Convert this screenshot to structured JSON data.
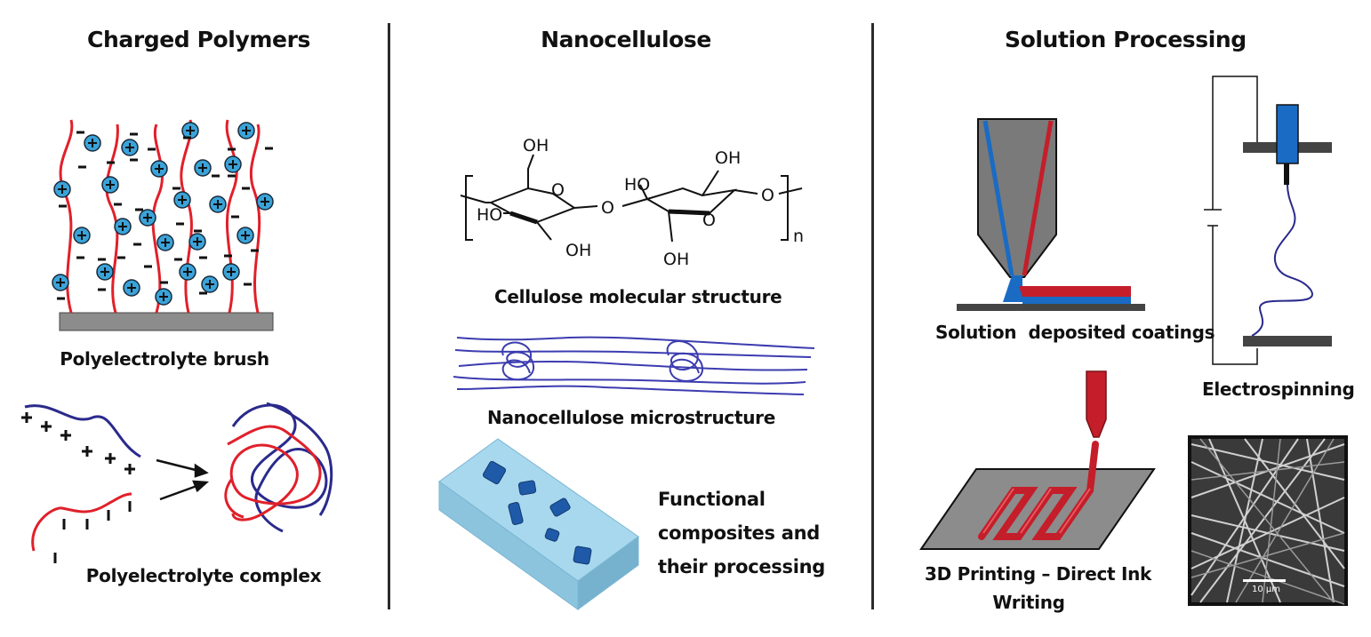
{
  "sections": {
    "left": {
      "heading": "Charged Polymers",
      "brush_label": "Polyelectrolyte brush",
      "complex_label": "Polyelectrolyte complex"
    },
    "middle": {
      "heading": "Nanocellulose",
      "molecule": {
        "oh_top_left": "OH",
        "oh_top_right": "OH",
        "ho_left": "HO",
        "ho_mid": "HO",
        "oh_bottom_left": "OH",
        "oh_bottom_mid": "OH",
        "ring_o1": "O",
        "ring_o2": "O",
        "bridge_o": "O",
        "end_o": "O",
        "repeat_n": "n"
      },
      "structure_label": "Cellulose molecular structure",
      "microstructure_label": "Nanocellulose microstructure",
      "composites_label_lines": [
        "Functional",
        "composites and",
        "their processing"
      ]
    },
    "right": {
      "heading": "Solution Processing",
      "coatings_label": "Solution  deposited coatings",
      "electrospinning_label": "Electrospinning",
      "printing_label_lines": [
        "3D Printing – Direct Ink",
        "Writing"
      ],
      "scale_bar_text": "10 µm"
    }
  },
  "colors": {
    "chain_red": "#e0202a",
    "chain_blue": "#2a2a8c",
    "ion_blue": "#3aa3d8",
    "substrate_gray": "#8c8c8c",
    "fiber_purple": "#3c3cb0",
    "composite_blue": "#a8d8ee",
    "particle_blue": "#1f5aa8",
    "nozzle_gray": "#7a7a7a",
    "print_red": "#c41e2a",
    "spinner_blue": "#1a6bc4"
  }
}
